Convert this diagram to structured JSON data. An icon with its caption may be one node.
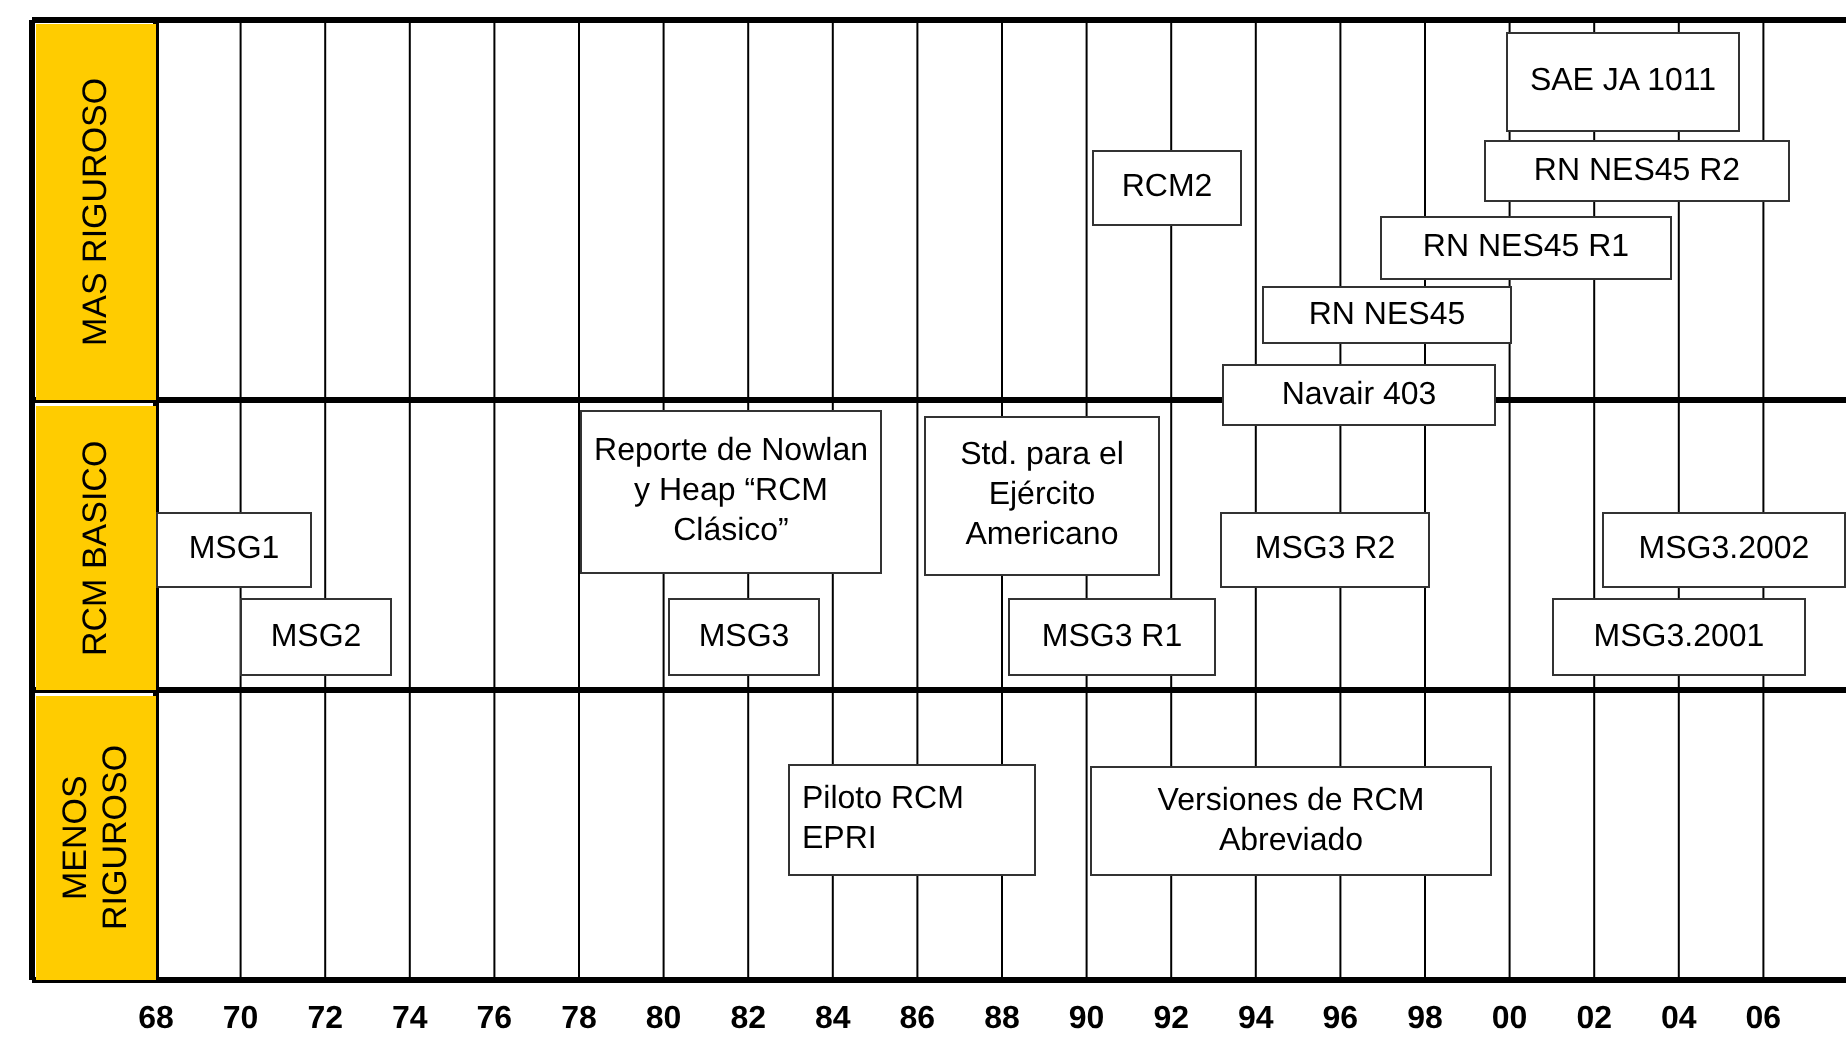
{
  "diagram": {
    "nodes": [
      {
        "text": [
          "MAS RIGUROSO"
        ]
      },
      {
        "text": [
          "SAE JA 1011"
        ]
      },
      {
        "text": [
          "RN NES45 R2"
        ]
      },
      {
        "text": [
          "RCM2"
        ]
      },
      {
        "text": [
          "RN NES45 R1"
        ]
      },
      {
        "text": [
          "RN NES45"
        ]
      },
      {
        "text": [
          "Navair 403"
        ]
      },
      {
        "text": [
          "RCM BASICO"
        ]
      },
      {
        "text": [
          "Reporte de Nowlan y Heap “RCM Clásico”"
        ]
      },
      {
        "text": [
          "Std. para el Ejército Americano"
        ]
      },
      {
        "text": [
          "MSG1"
        ]
      },
      {
        "text": [
          "MSG3.2002"
        ]
      },
      {
        "text": [
          "MSG3 R2"
        ]
      },
      {
        "text": [
          "MSG2"
        ]
      },
      {
        "text": [
          "MSG3"
        ]
      },
      {
        "text": [
          "MSG3 R1"
        ]
      },
      {
        "text": [
          "MSG3.2001"
        ]
      },
      {
        "text": [
          "MENOS RIGUROSO"
        ]
      },
      {
        "text": [
          "Piloto RCM EPRI"
        ]
      },
      {
        "text": [
          "Versiones de RCM Abreviado"
        ]
      }
    ],
    "edges": [],
    "labels": [
      "68",
      "70",
      "72",
      "74",
      "76",
      "78",
      "80",
      "82",
      "84",
      "86",
      "88",
      "90",
      "92",
      "94",
      "96",
      "98",
      "00",
      "02",
      "04",
      "06"
    ]
  }
}
